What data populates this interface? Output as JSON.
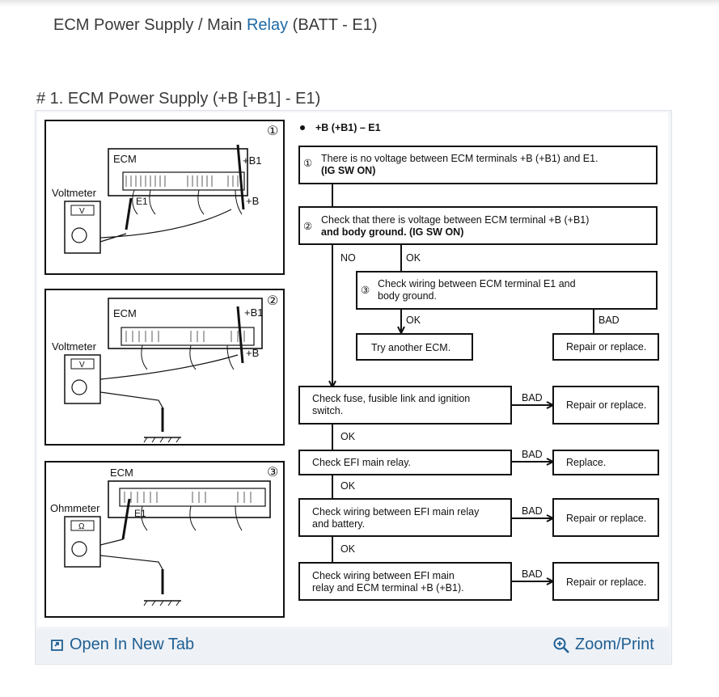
{
  "header": {
    "title_prefix": "ECM Power Supply / Main ",
    "title_link": "Relay",
    "title_suffix": " (BATT - E1)"
  },
  "section": {
    "title": "# 1. ECM Power Supply (+B [+B1] - E1)"
  },
  "figure": {
    "diagrams": [
      {
        "number": "①",
        "ecm": "ECM",
        "meter": "Voltmeter",
        "meter_symbol": "V",
        "t_b1": "+B1",
        "t_b": "+B",
        "t_e1": "E1"
      },
      {
        "number": "②",
        "ecm": "ECM",
        "meter": "Voltmeter",
        "meter_symbol": "V",
        "t_b1": "+B1",
        "t_b": "+B"
      },
      {
        "number": "③",
        "ecm": "ECM",
        "meter": "Ohmmeter",
        "meter_symbol": "Ω",
        "t_e1": "E1"
      }
    ],
    "flow": {
      "heading": "+B (+B1) – E1",
      "box1_num": "①",
      "box1_line1": "There is no voltage between ECM terminals +B (+B1) and E1.",
      "box1_line2": "(IG SW ON)",
      "box2_num": "②",
      "box2_line1": "Check that there is voltage between ECM terminal +B (+B1)",
      "box2_line2": "and body ground. (IG SW ON)",
      "no": "NO",
      "ok": "OK",
      "bad": "BAD",
      "box3_num": "③",
      "box3_line1": "Check wiring between ECM terminal E1 and",
      "box3_line2": "body ground.",
      "try_ecm": "Try another ECM.",
      "repair": "Repair or replace.",
      "replace": "Replace.",
      "fuse_line1": "Check fuse, fusible link and ignition",
      "fuse_line2": "switch.",
      "efi_relay": "Check EFI main relay.",
      "wiring_batt_line1": "Check wiring between EFI main relay",
      "wiring_batt_line2": "and battery.",
      "wiring_ecm_line1": "Check wiring between EFI main",
      "wiring_ecm_line2": "relay and ECM terminal +B (+B1)."
    }
  },
  "footer": {
    "open_tab": "Open In New Tab",
    "zoom_print": "Zoom/Print"
  },
  "icons": {
    "open_tab": "open-in-new-tab-icon",
    "zoom": "zoom-in-icon"
  },
  "colors": {
    "link": "#1f6aa5",
    "footer_link": "#1f5f93",
    "footer_bg": "#eef1f6",
    "card_bg": "#f3f5f8"
  }
}
